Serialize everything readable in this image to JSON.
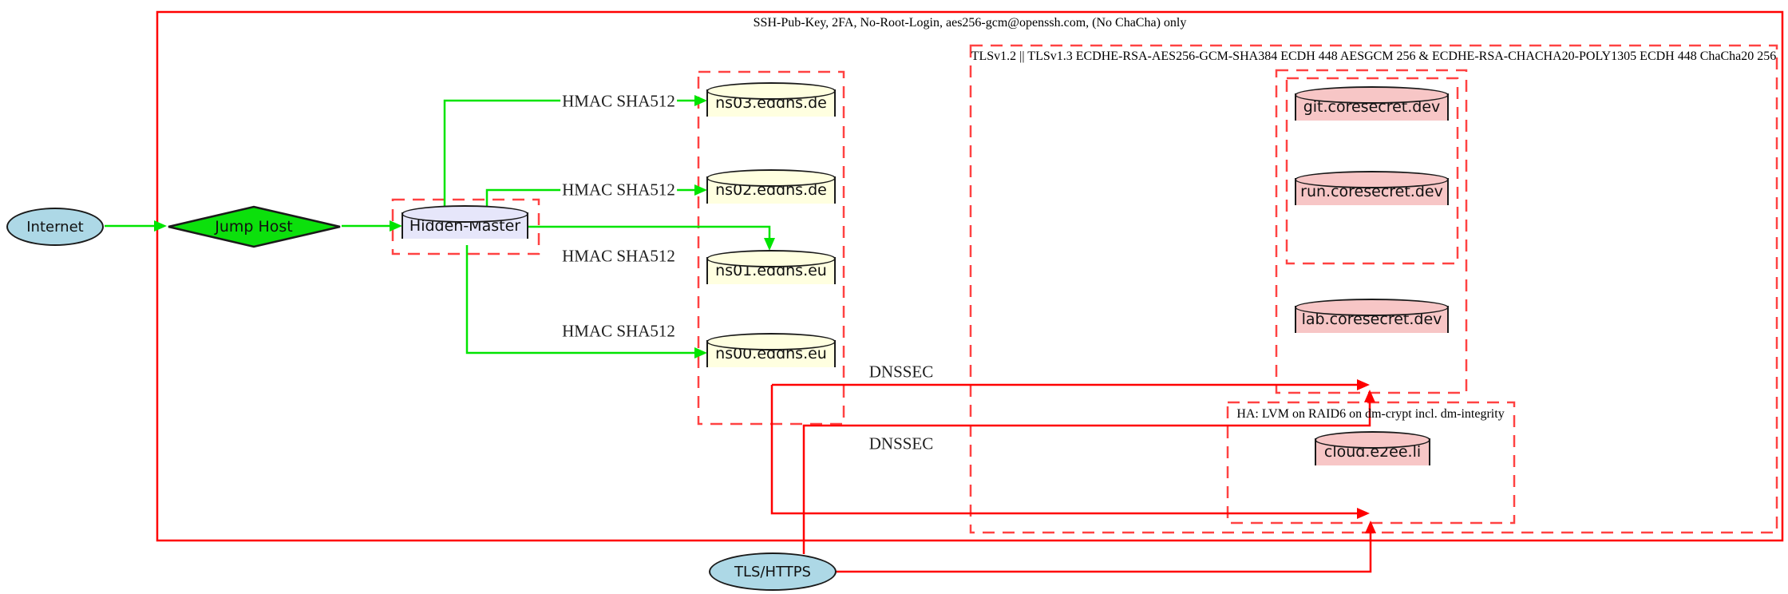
{
  "clusters": {
    "ssh": {
      "label": "SSH-Pub-Key, 2FA, No-Root-Login, aes256-gcm@openssh.com, (No ChaCha) only"
    },
    "tls": {
      "label": "TLSv1.2 || TLSv1.3 ECDHE-RSA-AES256-GCM-SHA384 ECDH 448 AESGCM 256 & ECDHE-RSA-CHACHA20-POLY1305 ECDH 448 ChaCha20 256"
    },
    "ha": {
      "label": "HA: LVM on RAID6 on dm-crypt incl. dm-integrity"
    }
  },
  "nodes": {
    "internet": {
      "label": "Internet"
    },
    "jump_host": {
      "label": "Jump Host"
    },
    "hidden_master": {
      "label": "Hidden-Master"
    },
    "ns03": {
      "label": "ns03.eddns.de"
    },
    "ns02": {
      "label": "ns02.eddns.de"
    },
    "ns01": {
      "label": "ns01.eddns.eu"
    },
    "ns00": {
      "label": "ns00.eddns.eu"
    },
    "git": {
      "label": "git.coresecret.dev"
    },
    "run": {
      "label": "run.coresecret.dev"
    },
    "lab": {
      "label": "lab.coresecret.dev"
    },
    "cloud": {
      "label": "cloud.e2ee.li"
    },
    "tls_https": {
      "label": "TLS/HTTPS"
    }
  },
  "edge_labels": {
    "hmac": "HMAC SHA512",
    "dnssec": "DNSSEC"
  },
  "colors": {
    "edge_green": "#00e400",
    "edge_red": "#ff0000",
    "cluster_dashed_red": "#ff4242",
    "node_light_blue": "#add8e6",
    "node_lavender": "#e6e6fa",
    "node_light_yellow": "#ffffe0",
    "node_pink": "#f7c6c6",
    "diamond_green": "#0ce00c"
  }
}
